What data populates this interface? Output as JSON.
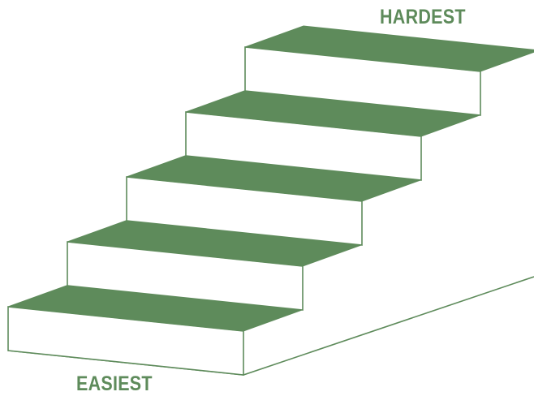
{
  "labels": {
    "top": "HARDEST",
    "bottom": "EASIEST"
  },
  "steps": {
    "count": 5
  },
  "colors": {
    "tread": "#5e8b5b",
    "outline": "#5e8b5b",
    "label": "#5e8b5b",
    "riser": "#ffffff"
  }
}
